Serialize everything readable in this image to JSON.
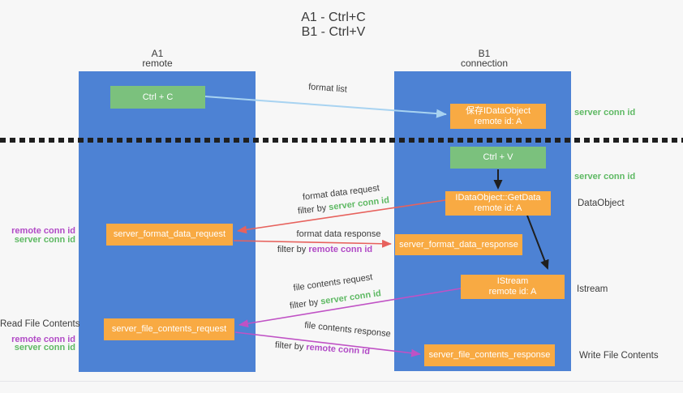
{
  "title": {
    "line1": "A1 - Ctrl+C",
    "line2": "B1 - Ctrl+V"
  },
  "lanes": {
    "a": {
      "id": "A1",
      "sublabel": "remote"
    },
    "b": {
      "id": "B1",
      "sublabel": "connection"
    }
  },
  "nodes": {
    "ctrl_c": {
      "label": "Ctrl + C"
    },
    "save_dataobject": {
      "line1": "保存IDataObject",
      "line2": "remote id: A"
    },
    "ctrl_v": {
      "label": "Ctrl + V"
    },
    "getdata": {
      "line1": "IDataObject::GetData",
      "line2": "remote id: A"
    },
    "format_request": {
      "label": "server_format_data_request"
    },
    "format_response": {
      "label": "server_format_data_response"
    },
    "istream": {
      "line1": "IStream",
      "line2": "remote id: A"
    },
    "file_request": {
      "label": "server_file_contents_request"
    },
    "file_response": {
      "label": "server_file_contents_response"
    }
  },
  "flow_labels": {
    "format_list": "format list",
    "format_data_request": "format data request",
    "format_data_response": "format data response",
    "file_contents_request": "file contents request",
    "file_contents_response": "file contents response",
    "filter_by": "filter by",
    "server_conn_id": "server conn id",
    "remote_conn_id": "remote conn id"
  },
  "side_labels": {
    "right_server_conn_id_top": "server conn id",
    "right_server_conn_id_mid": "server conn id",
    "right_dataobject": "DataObject",
    "right_istream": "Istream",
    "right_write_file_contents": "Write File Contents",
    "left_remote_conn_id_top": "remote conn id",
    "left_server_conn_id_top": "server conn id",
    "left_read_file_contents": "Read File Contents",
    "left_remote_conn_id_bottom": "remote conn id",
    "left_server_conn_id_bottom": "server conn id"
  },
  "colors": {
    "lane_blue": "#4d82d4",
    "node_green": "#7bc17d",
    "node_orange": "#f8aa43",
    "arrow_blue": "#a8d3f1",
    "arrow_red": "#e7625d",
    "arrow_magenta": "#c052c5",
    "arrow_black": "#1f1f1f",
    "text_green": "#5eb963",
    "text_purple": "#b14ac6",
    "text_dark": "#3b3b3b",
    "background": "#f7f7f7"
  }
}
